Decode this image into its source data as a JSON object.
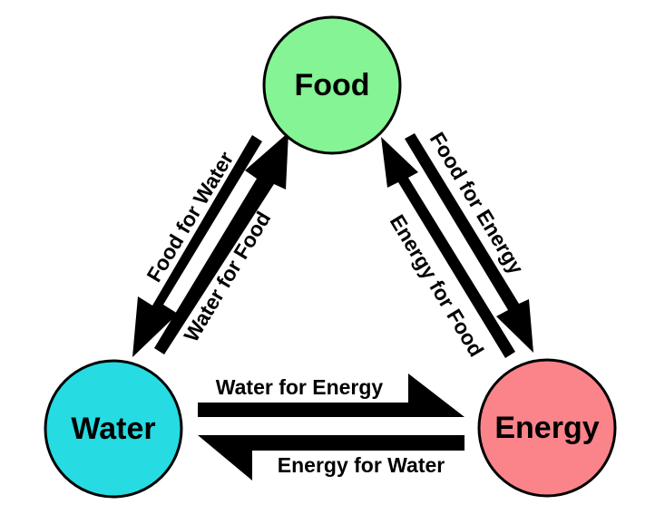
{
  "nodes": {
    "food": {
      "label": "Food",
      "color": "#84f494"
    },
    "water": {
      "label": "Water",
      "color": "#26dbe2"
    },
    "energy": {
      "label": "Energy",
      "color": "#fb838a"
    }
  },
  "flows": {
    "food_for_water": "Food for Water",
    "water_for_food": "Water for Food",
    "food_for_energy": "Food for Energy",
    "energy_for_food": "Energy for Food",
    "water_for_energy": "Water for Energy",
    "energy_for_water": "Energy for Water"
  }
}
